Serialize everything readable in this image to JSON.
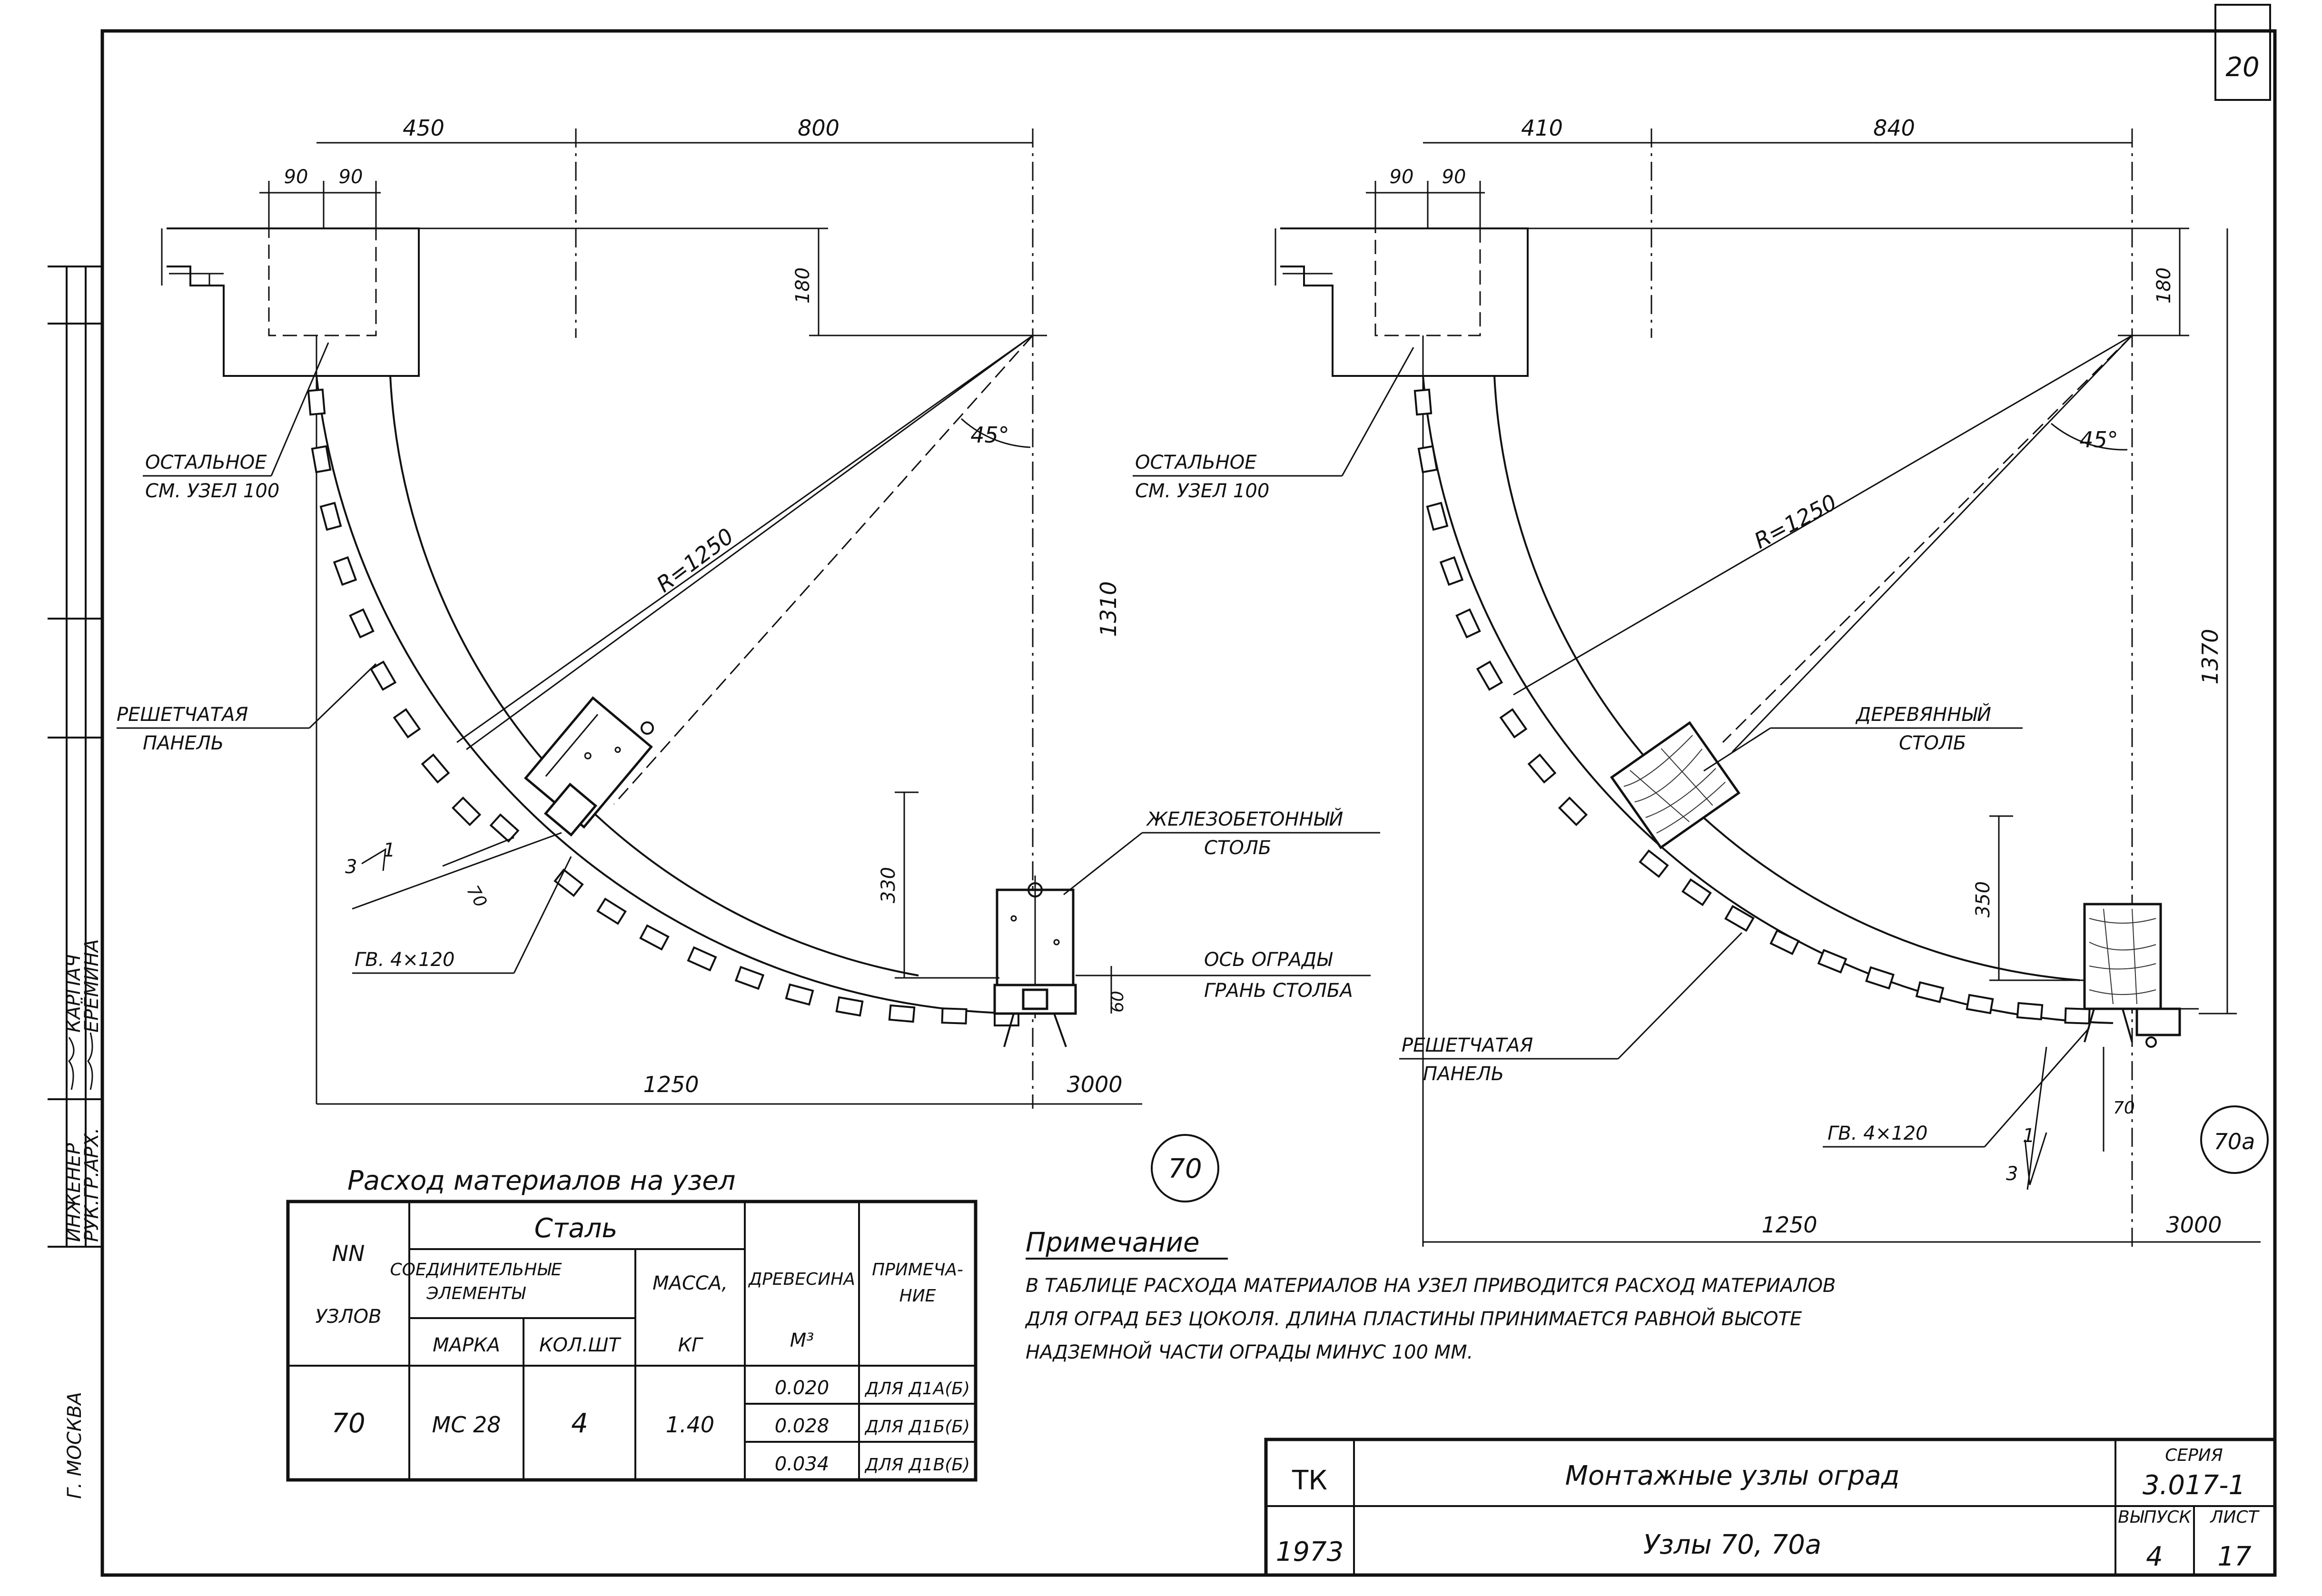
{
  "sheet": {
    "page_number": "20",
    "side_labels": [
      "КАРПАЧ",
      "ЕРЁМИНА",
      "ИНЖЕНЕР",
      "РУК.ГР.АРХ."
    ],
    "city": "Г. МОСКВА"
  },
  "left_node": {
    "dims": {
      "top_left": "450",
      "top_right": "800",
      "d90a": "90",
      "d90b": "90",
      "d180": "180",
      "d1310": "1310",
      "d330": "330",
      "d70": "70",
      "d60": "60",
      "d1250": "1250",
      "d3000": "3000"
    },
    "radius": "R=1250",
    "angle": "45°",
    "slope_3": "3",
    "slope_1": "1",
    "label_rest_1": "ОСТАЛЬНОЕ",
    "label_rest_2": "СМ. УЗЕЛ 100",
    "label_panel_1": "РЕШЕТЧАТАЯ",
    "label_panel_2": "ПАНЕЛЬ",
    "label_nail": "ГВ. 4×120",
    "label_post_1": "ЖЕЛЕЗОБЕТОННЫЙ",
    "label_post_2": "СТОЛБ",
    "label_axis_1": "ОСЬ ОГРАДЫ",
    "label_axis_2": "ГРАНЬ СТОЛБА",
    "badge": "70"
  },
  "right_node": {
    "dims": {
      "top_left": "410",
      "top_right": "840",
      "d90a": "90",
      "d90b": "90",
      "d180": "180",
      "d1370": "1370",
      "d350": "350",
      "d70": "70",
      "d1250": "1250",
      "d3000": "3000"
    },
    "radius": "R=1250",
    "angle": "45°",
    "slope_3": "3",
    "slope_1": "1",
    "label_rest_1": "ОСТАЛЬНОЕ",
    "label_rest_2": "СМ. УЗЕЛ 100",
    "label_post_1": "ДЕРЕВЯННЫЙ",
    "label_post_2": "СТОЛБ",
    "label_panel_1": "РЕШЕТЧАТАЯ",
    "label_panel_2": "ПАНЕЛЬ",
    "label_nail": "ГВ. 4×120",
    "badge": "70а"
  },
  "materials": {
    "title": "Расход материалов на узел",
    "h_nn": "NN",
    "h_nodes": "УЗЛОВ",
    "h_steel": "Сталь",
    "h_conn_1": "СОЕДИНИТЕЛЬНЫЕ",
    "h_conn_2": "ЭЛЕМЕНТЫ",
    "h_mark": "МАРКА",
    "h_qty": "КОЛ.ШТ",
    "h_mass_1": "МАССА,",
    "h_mass_2": "КГ",
    "h_wood": "ДРЕВЕСИНА",
    "h_wood_unit": "М³",
    "h_note_1": "ПРИМЕЧА-",
    "h_note_2": "НИЕ",
    "row": {
      "node": "70",
      "mark": "МС 28",
      "qty": "4",
      "mass": "1.40"
    },
    "wood": [
      "0.020",
      "0.028",
      "0.034"
    ],
    "notes": [
      "ДЛЯ Д1А(Б)",
      "ДЛЯ Д1Б(Б)",
      "ДЛЯ Д1В(Б)"
    ]
  },
  "note": {
    "title": "Примечание",
    "line1": "В ТАБЛИЦЕ РАСХОДА МАТЕРИАЛОВ НА УЗЕЛ   ПРИВОДИТСЯ РАСХОД МАТЕРИАЛОВ",
    "line2": "ДЛЯ ОГРАД БЕЗ ЦОКОЛЯ. ДЛИНА ПЛАСТИНЫ ПРИНИМАЕТСЯ РАВНОЙ ВЫСОТЕ",
    "line3": "НАДЗЕМНОЙ ЧАСТИ ОГРАДЫ МИНУС 100 ММ."
  },
  "title_block": {
    "org": "ТК",
    "year": "1973",
    "title": "Монтажные узлы оград",
    "subtitle": "Узлы 70, 70а",
    "series_label": "СЕРИЯ",
    "series": "3.017-1",
    "issue_label": "ВЫПУСК",
    "issue": "4",
    "sheet_label": "ЛИСТ",
    "sheet": "17"
  }
}
